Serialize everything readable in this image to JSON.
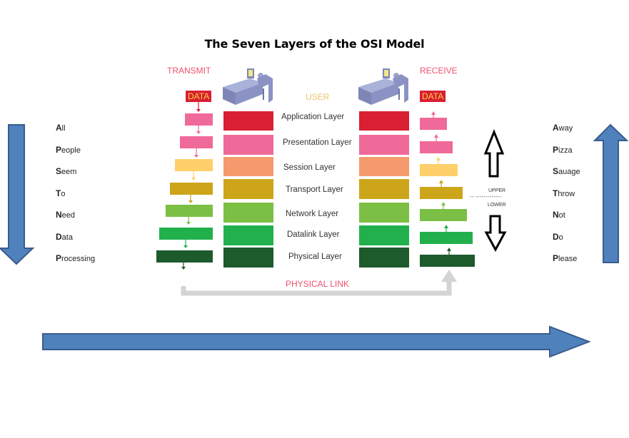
{
  "title": "The Seven Layers of the OSI Model",
  "transmit_label": "TRANSMIT",
  "receive_label": "RECEIVE",
  "user_label": "USER",
  "data_badge_left": "DATA",
  "data_badge_right": "DATA",
  "physical_link_label": "PHYSICAL LINK",
  "upper_label": "UPPER",
  "lower_label": "LOWER",
  "separator": "-- -------------",
  "layers": [
    {
      "name": "Application Layer",
      "color": "#d91f34"
    },
    {
      "name": "Presentation Layer",
      "color": "#ef6a99"
    },
    {
      "name": "Session Layer",
      "color": "#f59a6c"
    },
    {
      "name": "Transport Layer",
      "color": "#cca51a"
    },
    {
      "name": "Network Layer",
      "color": "#7bbf45"
    },
    {
      "name": "Datalink Layer",
      "color": "#22b04c"
    },
    {
      "name": "Physical Layer",
      "color": "#1d5a2c"
    }
  ],
  "mnemonic_left": [
    {
      "initial": "A",
      "rest": "ll"
    },
    {
      "initial": "P",
      "rest": "eople"
    },
    {
      "initial": "S",
      "rest": "eem"
    },
    {
      "initial": "T",
      "rest": "o"
    },
    {
      "initial": "N",
      "rest": "eed"
    },
    {
      "initial": "D",
      "rest": "ata"
    },
    {
      "initial": "P",
      "rest": "rocessing"
    }
  ],
  "mnemonic_right": [
    {
      "initial": "A",
      "rest": "way"
    },
    {
      "initial": "P",
      "rest": "izza"
    },
    {
      "initial": "S",
      "rest": "auage"
    },
    {
      "initial": "T",
      "rest": "hrow"
    },
    {
      "initial": "N",
      "rest": "ot"
    },
    {
      "initial": "D",
      "rest": "o"
    },
    {
      "initial": "P",
      "rest": "lease"
    }
  ],
  "colors": {
    "arrow_fill": "#4f81bd",
    "arrow_stroke": "#385d8a",
    "link_gray": "#d4d4d4",
    "transmit_pink": "#f0506e",
    "data_red": "#d91f34",
    "data_yellow": "#f7d23a",
    "tx_box_colors": [
      "#ef6a99",
      "#ef6a99",
      "#ffcf6a",
      "#cca51a",
      "#7bbf45",
      "#22b04c",
      "#1d5a2c"
    ]
  }
}
